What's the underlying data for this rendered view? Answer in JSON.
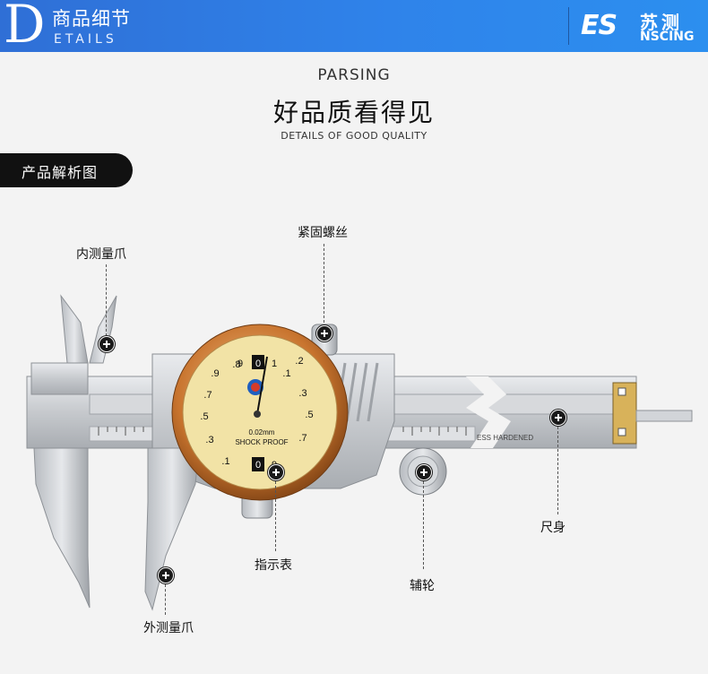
{
  "header": {
    "big_letter": "D",
    "title_cn": "商品细节",
    "title_en": "ETAILS",
    "logo_mark": "ES",
    "brand_cn": "苏测",
    "brand_en": "NSCING"
  },
  "section": {
    "kicker": "PARSING",
    "title": "好品质看得见",
    "subtitle": "DETAILS OF GOOD QUALITY"
  },
  "tag": {
    "label": "产品解析图"
  },
  "callouts": {
    "inner_jaw": "内测量爪",
    "lock_screw": "紧固螺丝",
    "beam": "尺身",
    "dial": "指示表",
    "thumb_wheel": "辅轮",
    "outer_jaw": "外测量爪"
  },
  "product": {
    "dial_numbers_top": [
      "9",
      "0",
      "1"
    ],
    "dial_resolution": "0.02mm",
    "dial_text": "SHOCK PROOF",
    "beam_text": "ESS  HARDENED",
    "colors": {
      "dial_face": "#f2e3a6",
      "bezel": "#c7762f",
      "steel": "#c9ccd0"
    }
  }
}
